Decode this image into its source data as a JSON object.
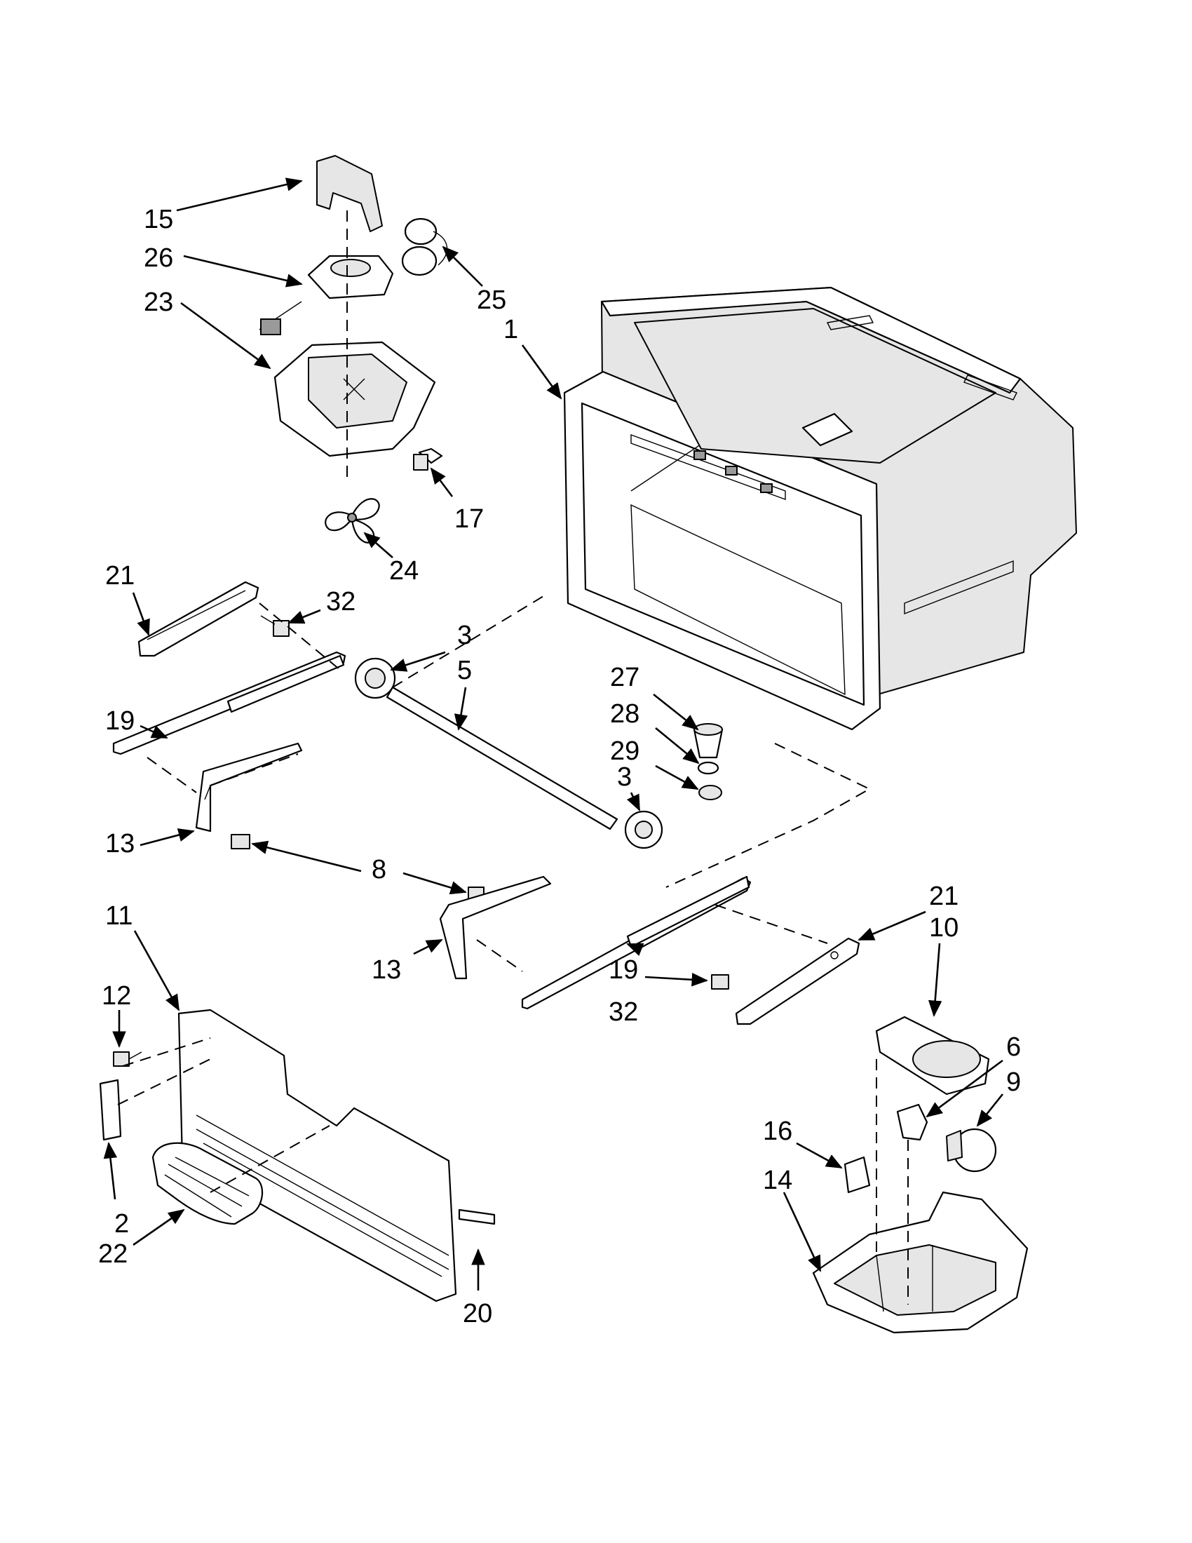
{
  "callouts": [
    {
      "id": "c15",
      "label": "15"
    },
    {
      "id": "c26",
      "label": "26"
    },
    {
      "id": "c23",
      "label": "23"
    },
    {
      "id": "c25",
      "label": "25"
    },
    {
      "id": "c1",
      "label": "1"
    },
    {
      "id": "c17",
      "label": "17"
    },
    {
      "id": "c24",
      "label": "24"
    },
    {
      "id": "c21a",
      "label": "21"
    },
    {
      "id": "c32a",
      "label": "32"
    },
    {
      "id": "c3a",
      "label": "3"
    },
    {
      "id": "c5",
      "label": "5"
    },
    {
      "id": "c19a",
      "label": "19"
    },
    {
      "id": "c27",
      "label": "27"
    },
    {
      "id": "c28",
      "label": "28"
    },
    {
      "id": "c29",
      "label": "29"
    },
    {
      "id": "c3b",
      "label": "3"
    },
    {
      "id": "c13a",
      "label": "13"
    },
    {
      "id": "c8",
      "label": "8"
    },
    {
      "id": "c11",
      "label": "11"
    },
    {
      "id": "c21b",
      "label": "21"
    },
    {
      "id": "c10",
      "label": "10"
    },
    {
      "id": "c13b",
      "label": "13"
    },
    {
      "id": "c19b",
      "label": "19"
    },
    {
      "id": "c32b",
      "label": "32"
    },
    {
      "id": "c12",
      "label": "12"
    },
    {
      "id": "c6",
      "label": "6"
    },
    {
      "id": "c9",
      "label": "9"
    },
    {
      "id": "c16",
      "label": "16"
    },
    {
      "id": "c14",
      "label": "14"
    },
    {
      "id": "c2",
      "label": "2"
    },
    {
      "id": "c22",
      "label": "22"
    },
    {
      "id": "c20",
      "label": "20"
    }
  ]
}
